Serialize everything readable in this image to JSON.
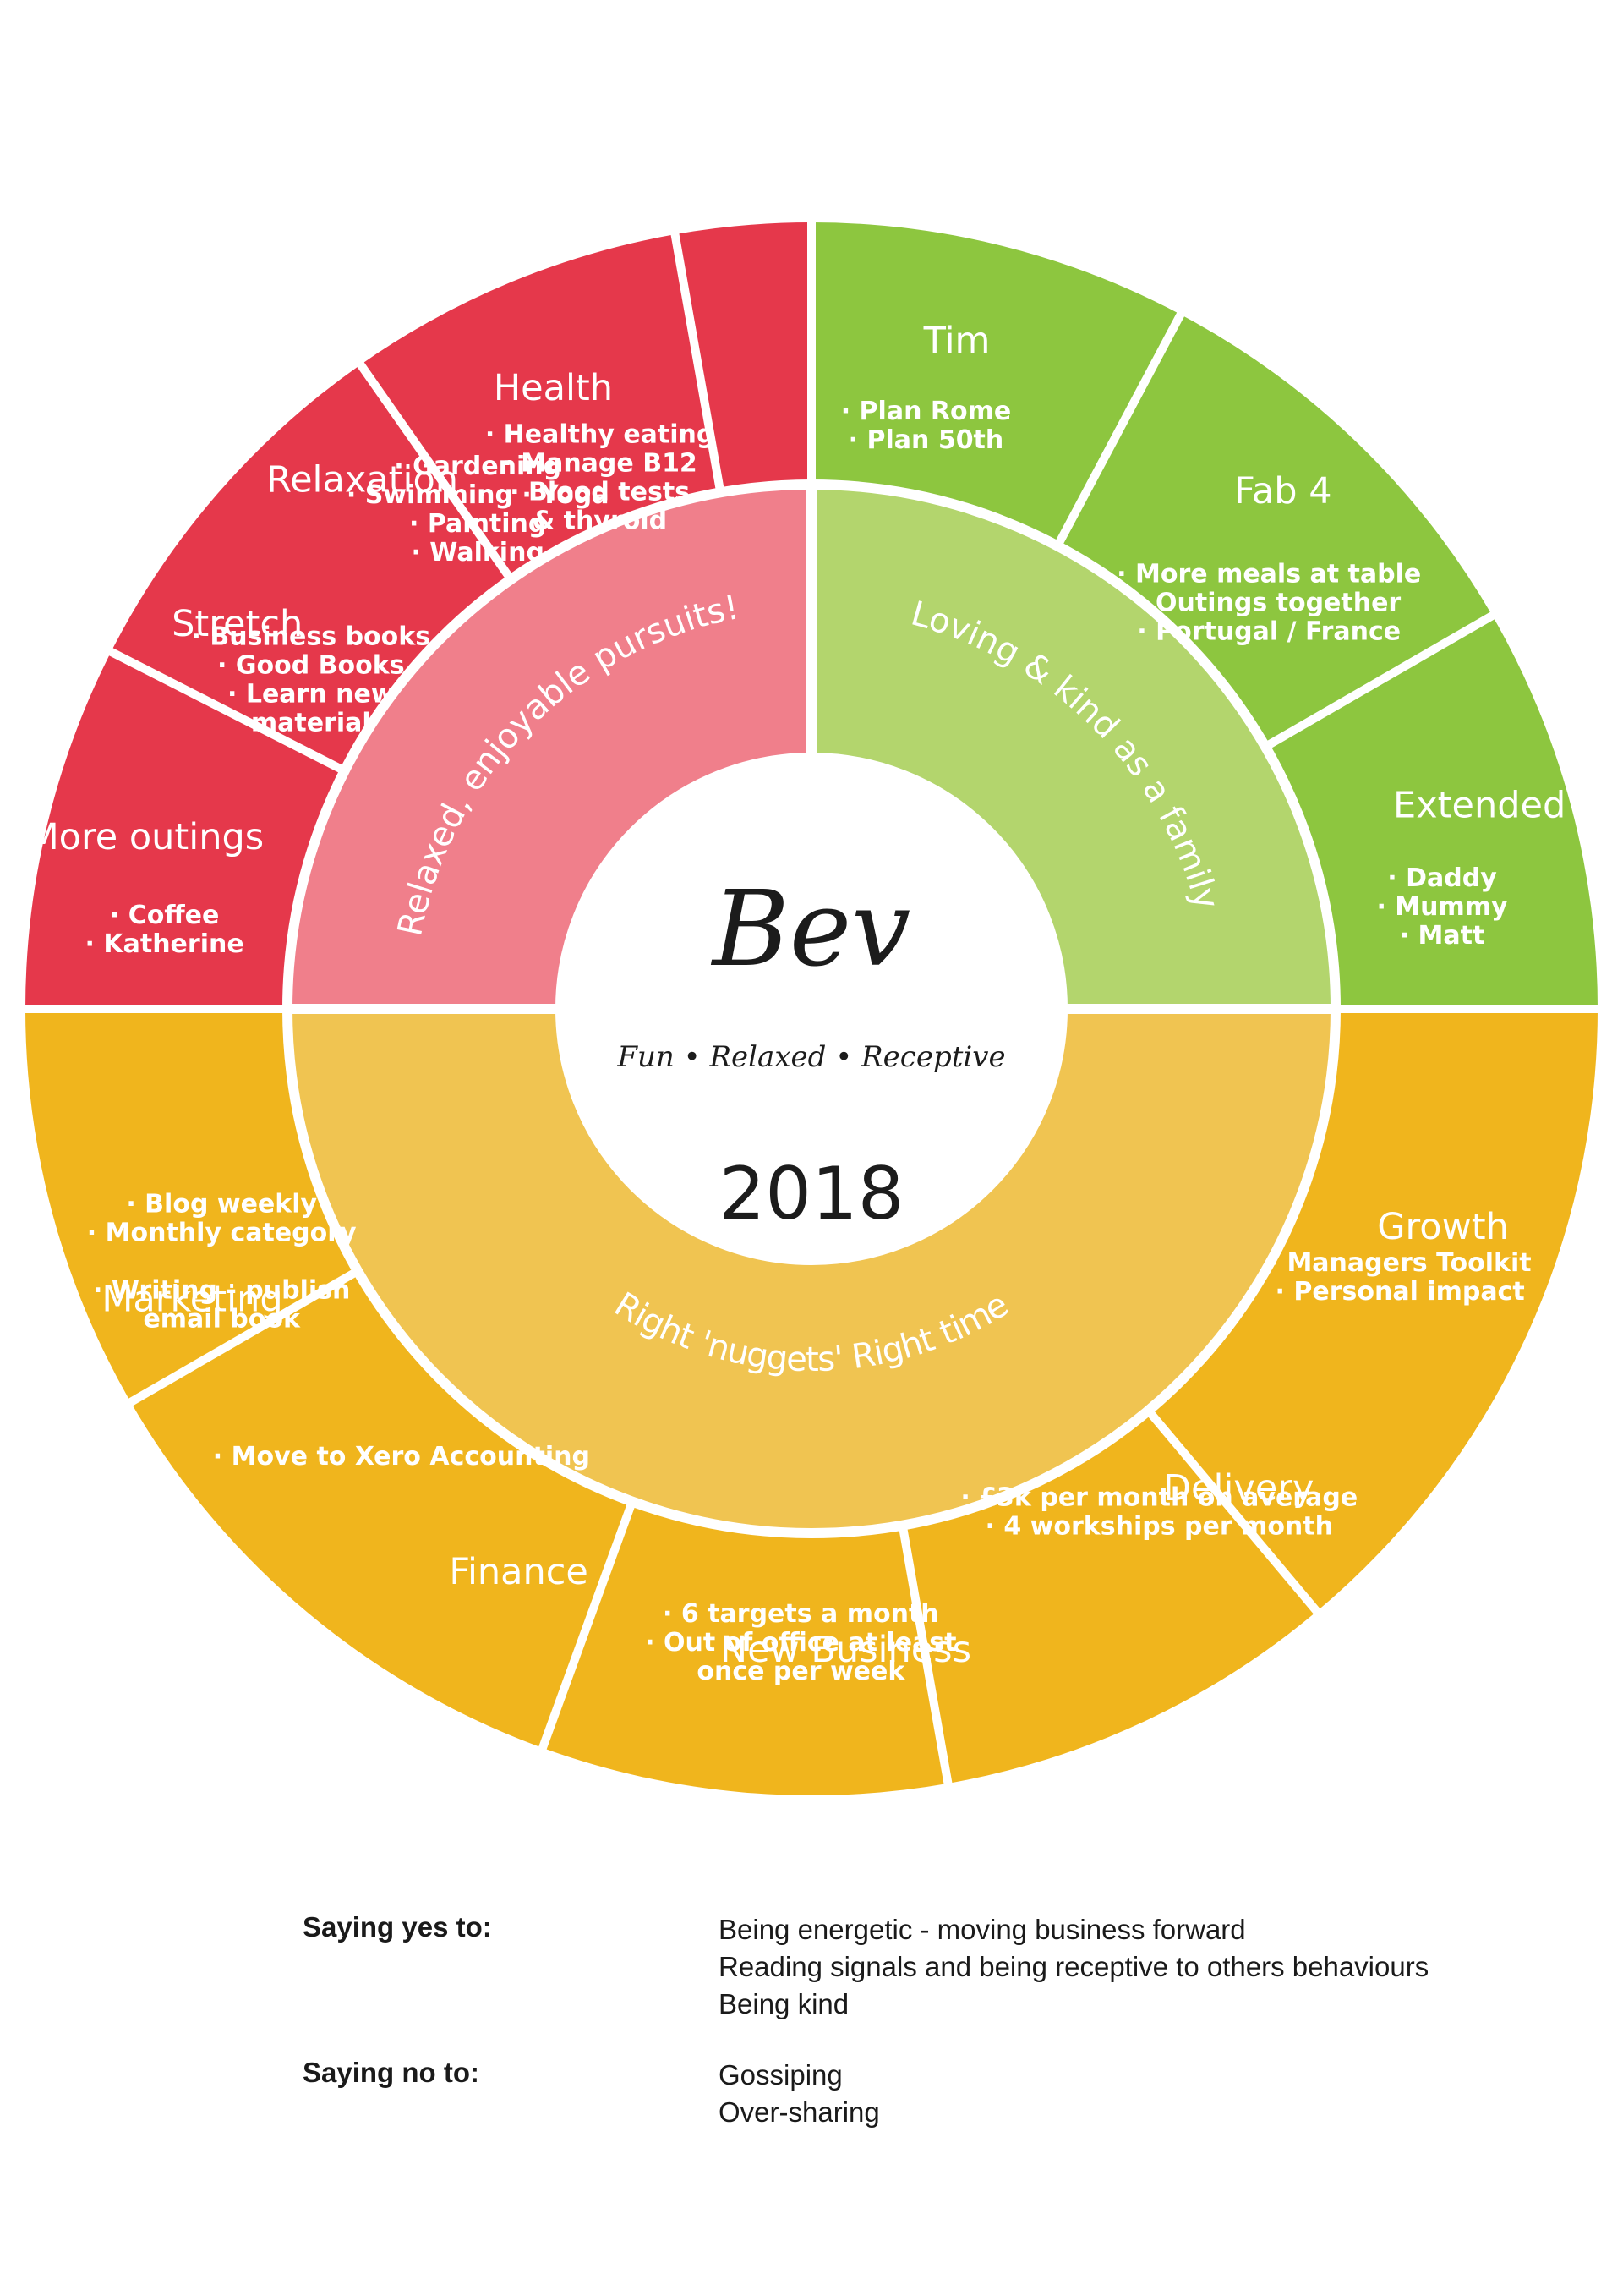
{
  "center": {
    "name": "Bev",
    "tagline": "Fun • Relaxed • Receptive",
    "year": "2018"
  },
  "colors": {
    "outer_red": "#e5384b",
    "outer_green": "#8dc63f",
    "outer_yellow": "#f0b51d",
    "inner_pink": "#f07f8b",
    "inner_green": "#b3d56d",
    "inner_yellow": "#f0c451",
    "divider": "#ffffff"
  },
  "inner_ring": [
    {
      "label": "Relaxed, enjoyable pursuits!",
      "group": "red"
    },
    {
      "label": "Loving & kind as a family",
      "group": "green"
    },
    {
      "label": "Right 'nuggets' Right time",
      "group": "yellow"
    }
  ],
  "segments": [
    {
      "title": "More outings",
      "group": "red",
      "items": [
        "· Coffee",
        "· Katherine"
      ]
    },
    {
      "title": "Stretch",
      "group": "red",
      "items": [
        "· Business books",
        "· Good Books",
        "· Learn new",
        "material"
      ]
    },
    {
      "title": "Relaxation",
      "group": "red",
      "items": [
        "· Gardening",
        "· Swimming · Yoga",
        "· Painting",
        "· Walking"
      ]
    },
    {
      "title": "Health",
      "group": "red",
      "items": [
        "· Healthy eating",
        "· Manage B12",
        "· Blood tests",
        "& thyroid"
      ]
    },
    {
      "title": "Tim",
      "group": "green",
      "items": [
        "· Plan Rome",
        "· Plan 50th"
      ]
    },
    {
      "title": "Fab 4",
      "group": "green",
      "items": [
        "· More meals at table",
        "· Outings together",
        "· Portugal / France"
      ]
    },
    {
      "title": "Extended",
      "group": "green",
      "items": [
        "· Daddy",
        "· Mummy",
        "· Matt"
      ]
    },
    {
      "title": "Growth",
      "group": "yellow",
      "items": [
        "· Managers Toolkit",
        "· Personal impact"
      ]
    },
    {
      "title": "Delivery",
      "group": "yellow",
      "items": [
        "· £3k per month on average",
        "· 4 workships per month"
      ]
    },
    {
      "title": "New Business",
      "group": "yellow",
      "items": [
        "· 6 targets a month",
        "· Out of office at least",
        "once per week"
      ]
    },
    {
      "title": "Finance",
      "group": "yellow",
      "items": [
        "· Move to Xero Accounting"
      ]
    },
    {
      "title": "Marketing",
      "group": "yellow",
      "items": [
        "· Blog weekly",
        "· Monthly category",
        "",
        "· Writing - publish",
        "email book"
      ]
    }
  ],
  "footer": {
    "yes_label": "Saying yes to:",
    "yes_items": [
      "Being energetic - moving business forward",
      "Reading signals and being receptive to others behaviours",
      "Being kind"
    ],
    "no_label": "Saying no to:",
    "no_items": [
      "Gossiping",
      "Over-sharing"
    ]
  }
}
